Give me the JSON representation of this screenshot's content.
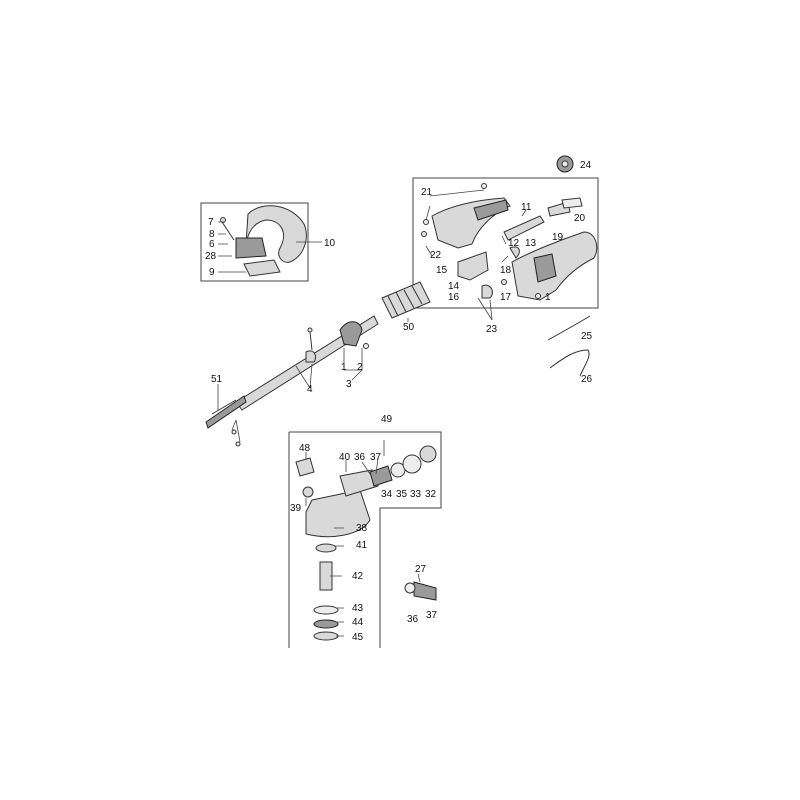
{
  "labels": {
    "l1a": "1",
    "l1b": "1",
    "l2": "2",
    "l3": "3",
    "l4": "4",
    "l6": "6",
    "l7": "7",
    "l8": "8",
    "l9": "9",
    "l10": "10",
    "l11": "11",
    "l12": "12",
    "l13": "13",
    "l14": "14",
    "l15": "15",
    "l16": "16",
    "l17": "17",
    "l18": "18",
    "l19": "19",
    "l20": "20",
    "l21": "21",
    "l22": "22",
    "l23": "23",
    "l24": "24",
    "l25": "25",
    "l26": "26",
    "l27": "27",
    "l28": "28",
    "l32": "32",
    "l33": "33",
    "l34": "34",
    "l35": "35",
    "l36a": "36",
    "l36b": "36",
    "l37a": "37",
    "l37b": "37",
    "l38": "38",
    "l39": "39",
    "l40": "40",
    "l41": "41",
    "l42": "42",
    "l43": "43",
    "l44": "44",
    "l45": "45",
    "l48": "48",
    "l49": "49",
    "l50": "50",
    "l51": "51"
  },
  "colors": {
    "line": "#333333",
    "part_fill": "#d9d9d9",
    "part_dark": "#9a9a9a",
    "background": "#ffffff"
  }
}
